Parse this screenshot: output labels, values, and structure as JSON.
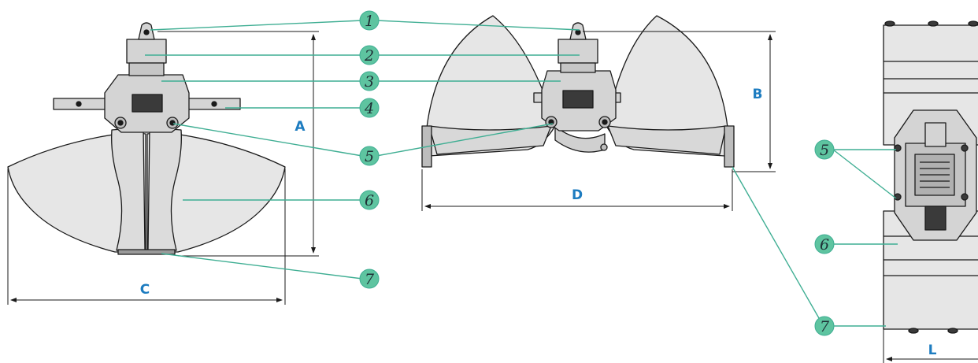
{
  "colors": {
    "bucket_fill": "#e6e6e6",
    "metal_fill": "#d4d4d4",
    "outline": "#1a1a1a",
    "leader": "#3fae93",
    "marker_fill": "#5ec4a0",
    "dimension_text": "#1d7cc0"
  },
  "callouts": {
    "c1": "1",
    "c2": "2",
    "c3": "3",
    "c4": "4",
    "c5": "5",
    "c6": "6",
    "c7": "7",
    "c5_right": "5",
    "c6_right": "6",
    "c7_right": "7"
  },
  "dimensions": {
    "A": "A",
    "B": "B",
    "C": "C",
    "D": "D",
    "L": "L"
  }
}
